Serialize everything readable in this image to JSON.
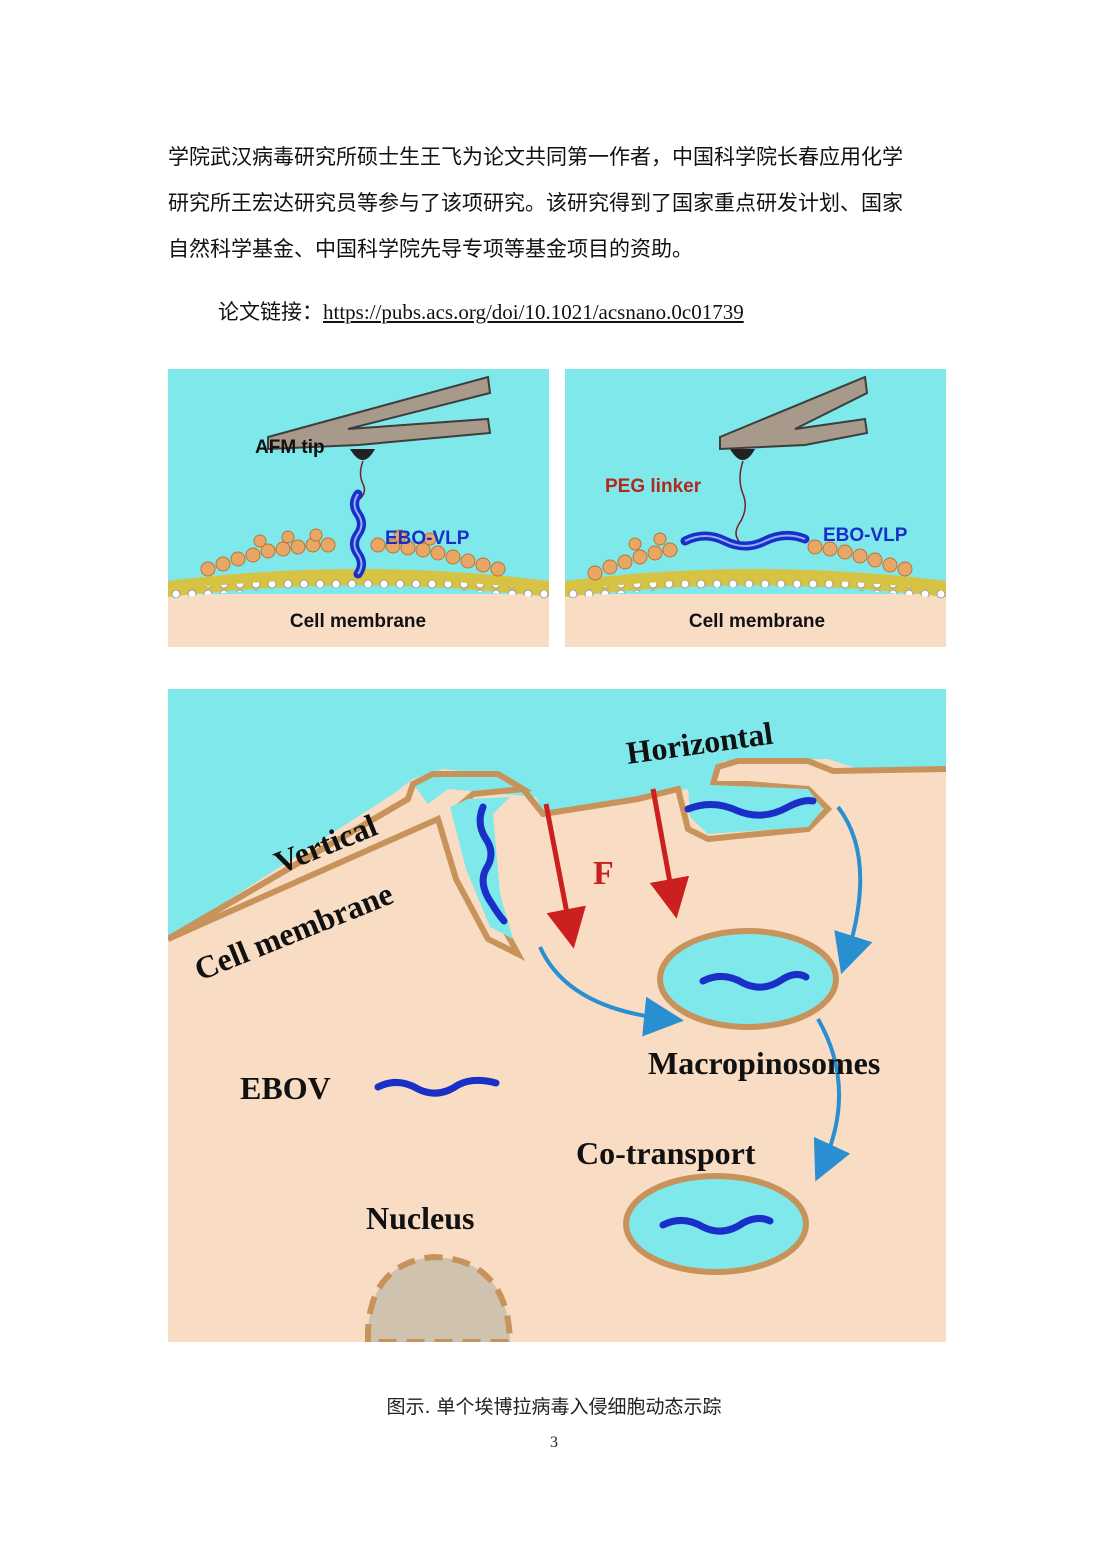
{
  "paragraph": {
    "lines": [
      "学院武汉病毒研究所硕士生王飞为论文共同第一作者，中国科学院长春应用化学",
      "研究所王宏达研究员等参与了该项研究。该研究得到了国家重点研发计划、国家",
      "自然科学基金、中国科学院先导专项等基金项目的资助。"
    ]
  },
  "link": {
    "prefix": "论文链接：",
    "url": "https://pubs.acs.org/doi/10.1021/acsnano.0c01739"
  },
  "figure": {
    "panel_a": {
      "tip_label": "AFM tip",
      "vlp_label": "EBO-VLP",
      "membrane_label": "Cell membrane"
    },
    "panel_b": {
      "linker_label": "PEG linker",
      "vlp_label": "EBO-VLP",
      "membrane_label": "Cell membrane"
    },
    "panel_c": {
      "horizontal_label": "Horizontal",
      "vertical_label": "Vertical",
      "membrane_label": "Cell membrane",
      "force_label": "F",
      "macropinosomes_label": "Macropinosomes",
      "ebov_label": "EBOV",
      "cotransport_label": "Co-transport",
      "nucleus_label": "Nucleus"
    },
    "colors": {
      "medium": "#7ee8ea",
      "cytoplasm": "#f9dcc4",
      "membrane": "#c8935a",
      "virus": "#1a2fc8",
      "arrow_blue": "#2a8fd0",
      "force_red": "#cc1f1f",
      "nucleus": "#cfc2ae"
    }
  },
  "caption": "图示. 单个埃博拉病毒入侵细胞动态示踪",
  "page_number": "3"
}
